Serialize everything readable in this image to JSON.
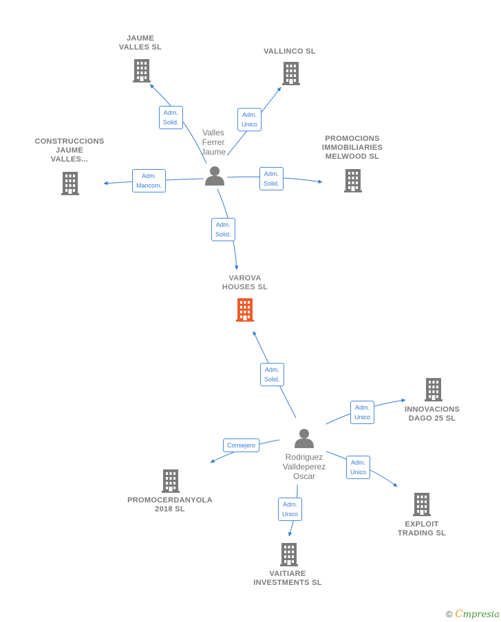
{
  "colors": {
    "company": "#7a7a7a",
    "center_company": "#f05a28",
    "edge": "#3a7bd5",
    "person": "#808080"
  },
  "companies": {
    "jaume_valles": [
      "JAUME",
      "VALLES  SL"
    ],
    "vallinco": [
      "VALLINCO  SL"
    ],
    "construccions": [
      "CONSTRUCCIONS",
      "JAUME",
      "VALLES..."
    ],
    "promocions": [
      "PROMOCIONS",
      "IMMOBILIARIES",
      "MELWOOD  SL"
    ],
    "varova": [
      "VAROVA",
      "HOUSES  SL"
    ],
    "innovacions": [
      "INNOVACIONS",
      "DAGO 25 SL"
    ],
    "promocerdanyola": [
      "PROMOCERDANYOLA",
      "2018  SL"
    ],
    "exploit": [
      "EXPLOIT",
      "TRADING  SL"
    ],
    "vaitiare": [
      "VAITIARE",
      "INVESTMENTS SL"
    ]
  },
  "persons": {
    "valles": [
      "Valles",
      "Ferrer",
      "Jaume"
    ],
    "rodriguez": [
      "Rodriguez",
      "Valldeperez",
      "Oscar"
    ]
  },
  "edges": {
    "e1": [
      "Adm.",
      "Solid."
    ],
    "e2": [
      "Adm.",
      "Unico"
    ],
    "e3": [
      "Adm.",
      "Mancom."
    ],
    "e4": [
      "Adm.",
      "Solid."
    ],
    "e5": [
      "Adm.",
      "Solid."
    ],
    "e6": [
      "Adm.",
      "Solid."
    ],
    "e7": [
      "Adm.",
      "Unico"
    ],
    "e8": [
      "Consejero"
    ],
    "e9": [
      "Adm.",
      "Unico"
    ],
    "e10": [
      "Adm.",
      "Unico"
    ]
  },
  "brand": {
    "copyright": "©",
    "e": "C",
    "rest": "mpresia"
  }
}
